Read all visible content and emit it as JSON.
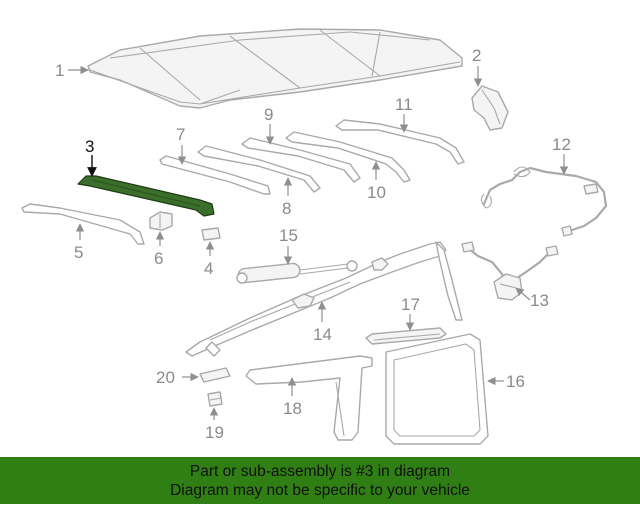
{
  "diagram": {
    "callouts": {
      "c1": "1",
      "c2": "2",
      "c3": "3",
      "c4": "4",
      "c5": "5",
      "c6": "6",
      "c7": "7",
      "c8": "8",
      "c9": "9",
      "c10": "10",
      "c11": "11",
      "c12": "12",
      "c13": "13",
      "c14": "14",
      "c15": "15",
      "c16": "16",
      "c17": "17",
      "c18": "18",
      "c19": "19",
      "c20": "20"
    },
    "highlighted_part": "3",
    "colors": {
      "highlight": "#3a6e2a",
      "banner": "#2f7f15",
      "line_art": "#a9a9a9"
    }
  },
  "banner": {
    "line1": "Part or sub-assembly is #3 in diagram",
    "line2": "Diagram may not be specific to your vehicle"
  }
}
